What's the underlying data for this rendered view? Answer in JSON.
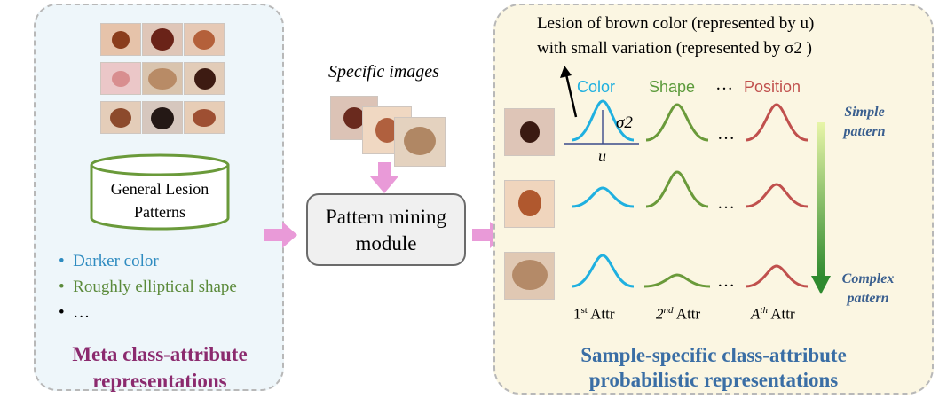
{
  "left_panel": {
    "db_label_line1": "General Lesion",
    "db_label_line2": "Patterns",
    "bullets": [
      {
        "text": "Darker color",
        "color": "#2e8bc0"
      },
      {
        "text": "Roughly elliptical shape",
        "color": "#5b8a3a"
      },
      {
        "text": "…",
        "color": "#000000"
      }
    ],
    "title_line1": "Meta class-attribute",
    "title_line2": "representations",
    "title_color": "#8b2a6e"
  },
  "center": {
    "specific_label": "Specific images",
    "module_line1": "Pattern mining",
    "module_line2": "module",
    "arrow_color": "#e99ad8"
  },
  "right_panel": {
    "header_line1": "Lesion of brown color (represented by u)",
    "header_line2": "with small variation (represented by σ2 )",
    "columns": [
      {
        "name": "Color",
        "color": "#1fb0e0"
      },
      {
        "name": "Shape",
        "color": "#5b9a3a"
      },
      {
        "name": "…",
        "color": "#000000"
      },
      {
        "name": "Position",
        "color": "#c0504d"
      }
    ],
    "sigma_label": "σ2",
    "mu_label": "u",
    "ellipsis": "…",
    "attr_labels": [
      {
        "base": "1",
        "sup": "st",
        "suffix": " Attr"
      },
      {
        "base": "2",
        "sup": "nd",
        "suffix": " Attr"
      },
      {
        "base": "A",
        "sup": "th",
        "suffix": " Attr"
      }
    ],
    "simple_label_line1": "Simple",
    "simple_label_line2": "pattern",
    "complex_label_line1": "Complex",
    "complex_label_line2": "pattern",
    "title_line1": "Sample-specific class-attribute",
    "title_line2": "probabilistic representations",
    "title_color": "#3a6ea5"
  }
}
